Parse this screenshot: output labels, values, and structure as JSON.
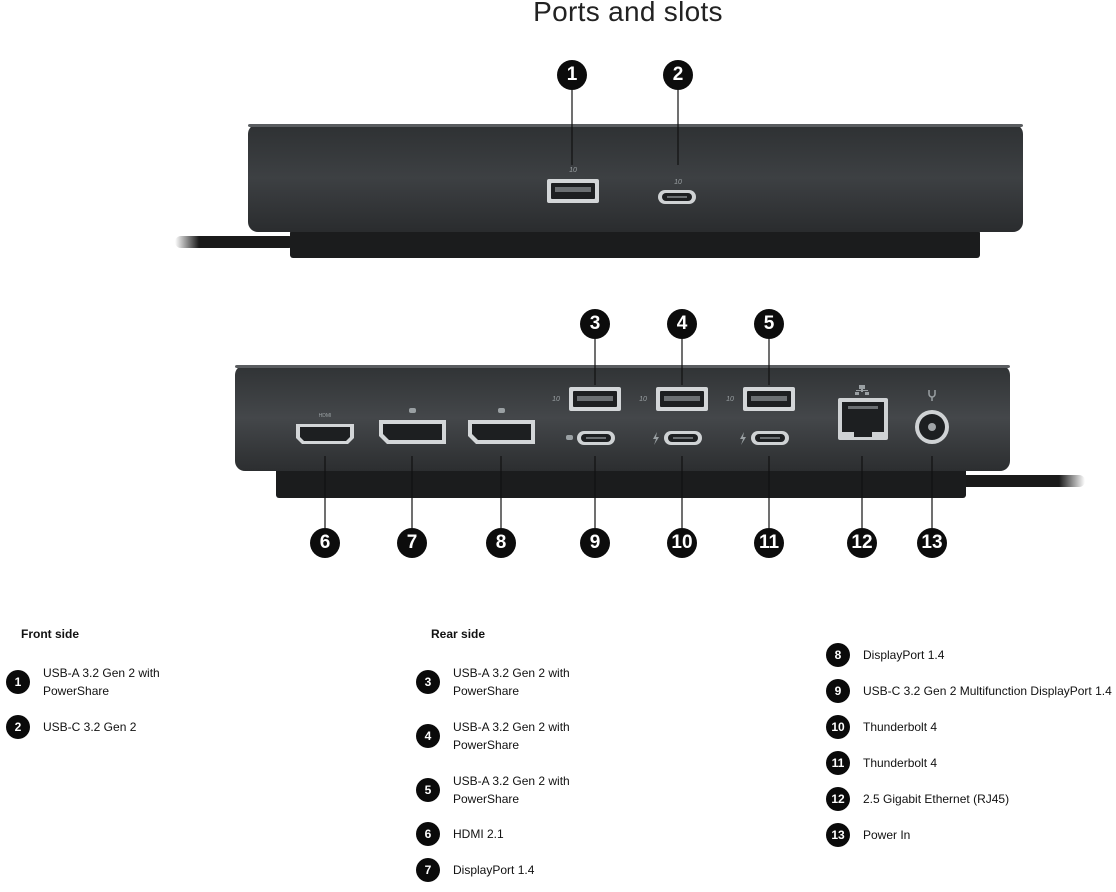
{
  "title": "Ports and slots",
  "front_heading": "Front side",
  "rear_heading": "Rear side",
  "port_numbers": [
    "1",
    "2",
    "3",
    "4",
    "5",
    "6",
    "7",
    "8",
    "9",
    "10",
    "11",
    "12",
    "13"
  ],
  "port_marks": {
    "usb_speed": "10",
    "hdmi": "HDMI"
  },
  "legend": [
    {
      "num": "1",
      "label": "USB-A 3.2 Gen 2 with PowerShare"
    },
    {
      "num": "2",
      "label": "USB-C 3.2 Gen 2"
    },
    {
      "num": "3",
      "label": "USB-A 3.2 Gen 2 with PowerShare"
    },
    {
      "num": "4",
      "label": "USB-A 3.2 Gen 2 with PowerShare"
    },
    {
      "num": "5",
      "label": "USB-A 3.2 Gen 2 with PowerShare"
    },
    {
      "num": "6",
      "label": "HDMI 2.1"
    },
    {
      "num": "7",
      "label": "DisplayPort 1.4"
    },
    {
      "num": "8",
      "label": "DisplayPort 1.4"
    },
    {
      "num": "9",
      "label": "USB-C 3.2 Gen 2 Multifunction DisplayPort 1.4"
    },
    {
      "num": "10",
      "label": "Thunderbolt 4"
    },
    {
      "num": "11",
      "label": "Thunderbolt 4"
    },
    {
      "num": "12",
      "label": "2.5 Gigabit Ethernet (RJ45)"
    },
    {
      "num": "13",
      "label": "Power In"
    }
  ]
}
